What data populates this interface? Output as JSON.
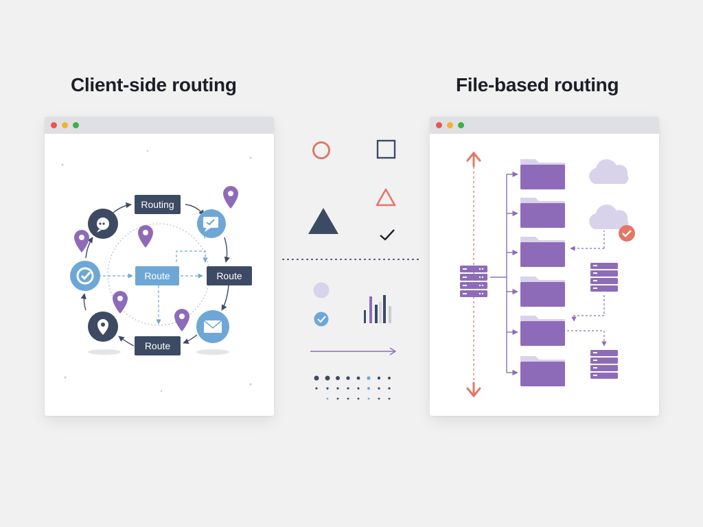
{
  "headings": {
    "left": "Client-side routing",
    "right": "File-based routing"
  },
  "left_window": {
    "labels": {
      "top": "Routing",
      "center": "Route",
      "right": "Route",
      "bottom": "Route"
    }
  },
  "colors": {
    "dark_navy": "#3d4a63",
    "light_blue": "#6ea7d6",
    "purple": "#8e6bb8",
    "coral": "#e27766",
    "green_dot": "#3fae4a",
    "yellow_dot": "#f2b32b",
    "red_dot": "#e8574b",
    "background": "#f1f1f2"
  },
  "icons": [
    "chat-icon",
    "target-check-icon",
    "location-pin-icon",
    "message-icon",
    "mail-icon",
    "map-pin-icon",
    "folder-icon",
    "server-icon",
    "cloud-icon",
    "check-badge-icon",
    "up-arrow-icon",
    "down-arrow-icon",
    "circle-shape-icon",
    "square-shape-icon",
    "triangle-shape-icon",
    "checkmark-icon",
    "bar-chart-icon",
    "right-arrow-icon",
    "dot-grid-icon"
  ]
}
